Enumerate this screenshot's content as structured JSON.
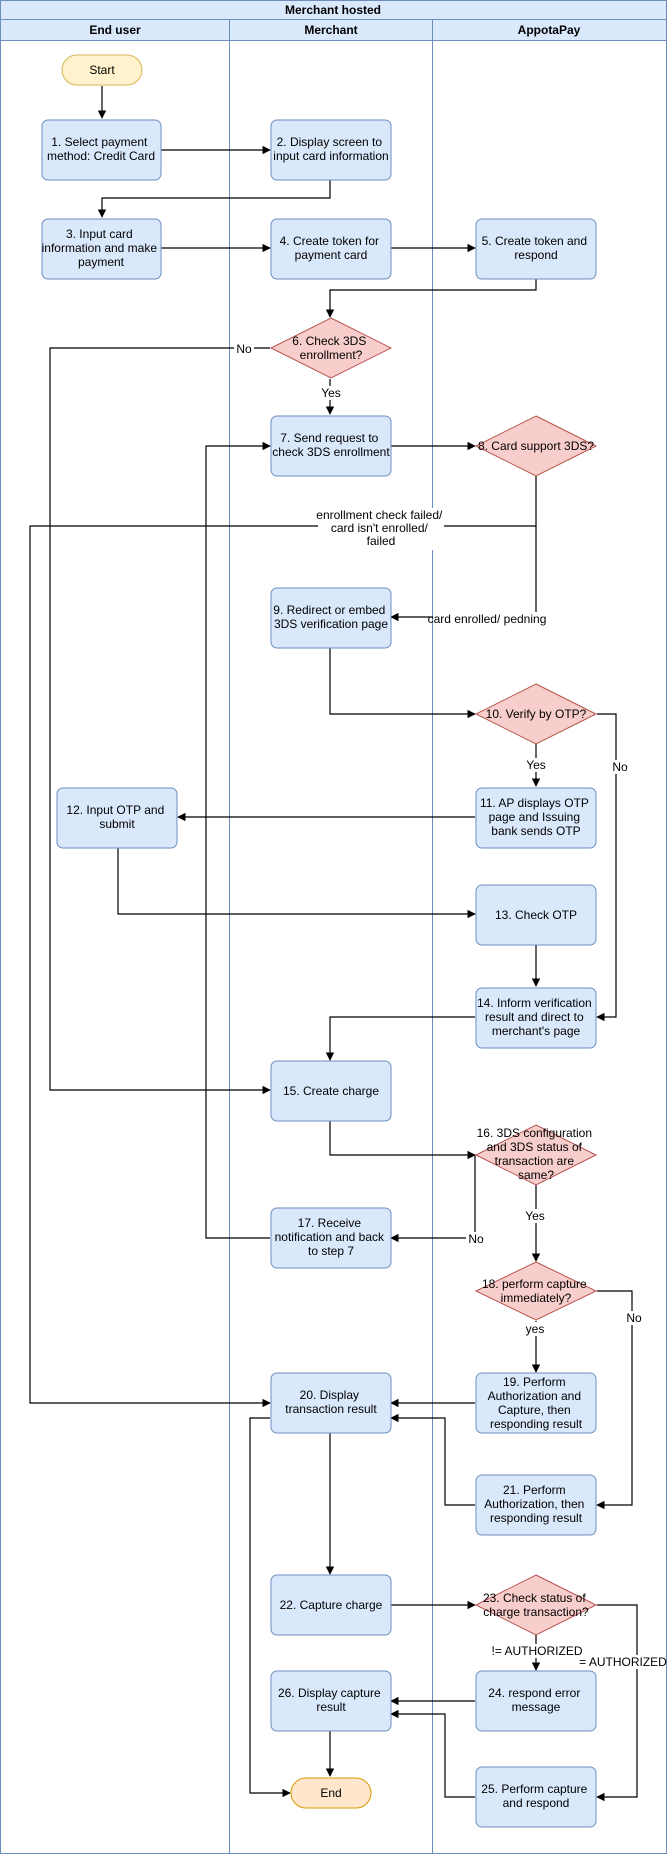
{
  "pool": {
    "title": "Merchant hosted",
    "lanes": [
      "End user",
      "Merchant",
      "AppotaPay"
    ]
  },
  "nodes": {
    "start": "Start",
    "n1": [
      "1. Select payment",
      "method: Credit Card"
    ],
    "n2": [
      "2. Display screen to",
      "input card information"
    ],
    "n3": [
      "3. Input card",
      "information and make",
      "payment"
    ],
    "n4": [
      "4. Create token for",
      "payment card"
    ],
    "n5": [
      "5. Create token and",
      "respond"
    ],
    "n6": [
      "6.  Check 3DS",
      "enrollment?"
    ],
    "n7": [
      "7. Send request to",
      "check 3DS enrollment"
    ],
    "n8": [
      "8. Card support 3DS?"
    ],
    "n9": [
      "9. Redirect or embed",
      "3DS verification page"
    ],
    "n10": [
      "10. Verify by OTP?"
    ],
    "n11": [
      "11. AP displays OTP",
      "page and  Issuing",
      "bank sends OTP"
    ],
    "n12": [
      "12. Input OTP and",
      "submit"
    ],
    "n13": [
      "13. Check OTP"
    ],
    "n14": [
      "14. Inform verification",
      "result and direct to",
      "merchant's page"
    ],
    "n15": [
      "15. Create charge"
    ],
    "n16": [
      "16. 3DS configuration",
      "and 3DS status of",
      "transaction are",
      "same?"
    ],
    "n17": [
      "17. Receive",
      "notification and back",
      "to step 7"
    ],
    "n18": [
      "18. perform capture",
      "immediately?"
    ],
    "n19": [
      "19. Perform",
      "Authorization and",
      "Capture, then",
      "responding result"
    ],
    "n20": [
      "20. Display",
      "transaction result"
    ],
    "n21": [
      "21. Perform",
      "Authorization, then",
      "responding result"
    ],
    "n22": [
      "22. Capture charge"
    ],
    "n23": [
      "23. Check status of",
      "charge transaction?"
    ],
    "n24": [
      "24. respond error",
      "message"
    ],
    "n25": [
      "25. Perform capture",
      "and respond"
    ],
    "n26": [
      "26. Display capture",
      "result"
    ],
    "end": "End"
  },
  "edge_labels": {
    "no_3ds_enroll": "No",
    "yes_3ds_enroll": "Yes",
    "enroll_failed": [
      "enrollment check failed/",
      "card isn't enrolled/",
      "failed"
    ],
    "card_enrolled": "card enrolled/ pedning",
    "yes_otp": "Yes",
    "no_otp": "No",
    "yes_same": "Yes",
    "no_same": "No",
    "yes_capture": "yes",
    "no_capture": "No",
    "not_authorized": "!= AUTHORIZED",
    "authorized": "= AUTHORIZED"
  }
}
